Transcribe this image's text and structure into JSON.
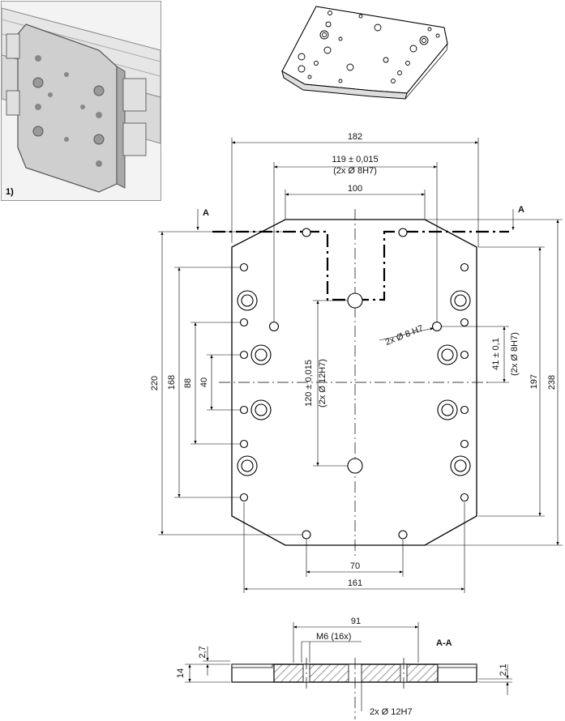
{
  "photo": {
    "label": "1)"
  },
  "plan": {
    "dims": {
      "overall_width": "182",
      "pin_spacing": "119 ± 0,015",
      "pin_spacing_note": "(2x Ø 8H7)",
      "inner_width": "100",
      "overall_height": "220",
      "hole_span_168": "168",
      "hole_span_88": "88",
      "hole_span_40": "40",
      "bore_spacing": "120 ± 0,015",
      "bore_spacing_note": "(2x Ø 12H7)",
      "pin_label": "2x Ø 8 H7",
      "pin_offset": "41 ± 0,1",
      "pin_offset_note": "(2x Ø 8H7)",
      "height_197": "197",
      "height_238": "238",
      "bottom_70": "70",
      "bottom_161": "161"
    },
    "section_marker": "A"
  },
  "section_view": {
    "title": "A-A",
    "width_91": "91",
    "thread_label": "M6 (16x)",
    "thick_2_7": "2,7",
    "thick_14": "14",
    "thick_2_1": "2,1",
    "bore_label": "2x Ø 12H7"
  }
}
